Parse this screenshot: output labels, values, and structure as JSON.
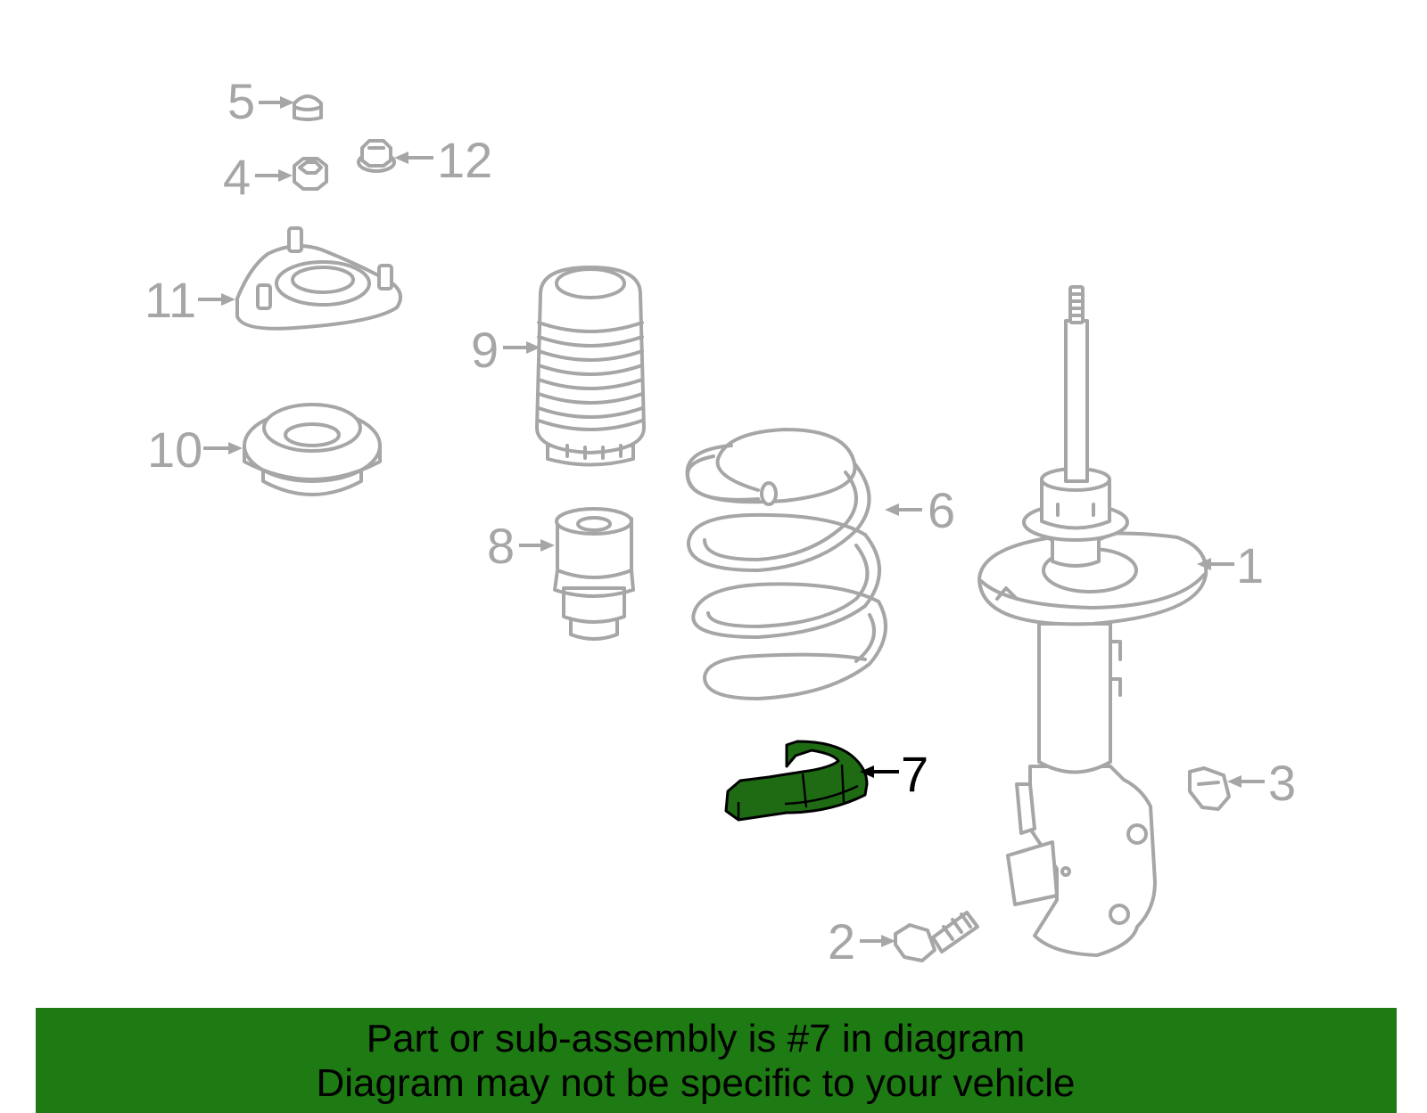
{
  "diagram": {
    "callouts": {
      "c1": "1",
      "c2": "2",
      "c3": "3",
      "c4": "4",
      "c5": "5",
      "c6": "6",
      "c7": "7",
      "c8": "8",
      "c9": "9",
      "c10": "10",
      "c11": "11",
      "c12": "12"
    },
    "highlighted_part": "7",
    "colors": {
      "part_line": "#a6a6a6",
      "highlight_fill": "#1e6b14",
      "banner_background": "#1e7a12"
    }
  },
  "banner": {
    "line1": "Part or sub-assembly is #7 in diagram",
    "line2": "Diagram may not be specific to your vehicle"
  }
}
